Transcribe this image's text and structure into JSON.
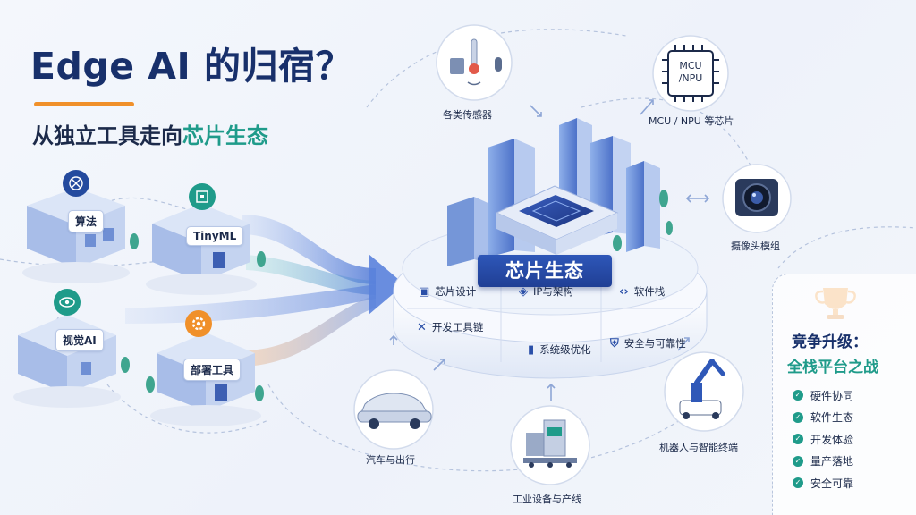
{
  "title": "Edge AI 的归宿？",
  "subtitle": {
    "prefix": "从独立工具走向",
    "highlight": "芯片生态"
  },
  "tools": [
    {
      "label": "算法",
      "icon": "network-icon"
    },
    {
      "label": "TinyML",
      "icon": "chip-icon"
    },
    {
      "label": "视觉AI",
      "icon": "eye-icon"
    },
    {
      "label": "部署工具",
      "icon": "gear-icon"
    }
  ],
  "ecosystem": {
    "banner": "芯片生态",
    "row1": [
      {
        "label": "芯片设计",
        "icon": "chip-icon"
      },
      {
        "label": "IP与架构",
        "icon": "diamond-icon"
      },
      {
        "label": "软件栈",
        "icon": "code-icon"
      }
    ],
    "row2": [
      {
        "label": "开发工具链",
        "icon": "wrench-icon"
      },
      {
        "label": "系统级优化",
        "icon": "bar-chart-icon"
      },
      {
        "label": "安全与可靠性",
        "icon": "shield-icon"
      }
    ]
  },
  "satellites": {
    "sensors": "各类传感器",
    "mcu": "MCU / NPU 等芯片",
    "mcu_chip_line1": "MCU",
    "mcu_chip_line2": "/NPU",
    "camera": "摄像头模组",
    "robot": "机器人与智能终端",
    "industrial": "工业设备与产线",
    "auto": "汽车与出行"
  },
  "panel": {
    "heading_line1": "竞争升级：",
    "heading_line2": "全栈平台之战",
    "items": [
      "硬件协同",
      "软件生态",
      "开发体验",
      "量产落地",
      "安全可靠"
    ]
  },
  "colors": {
    "navy": "#18306b",
    "teal": "#1f9b8a",
    "orange": "#f0902a",
    "blue": "#2e57b8"
  }
}
